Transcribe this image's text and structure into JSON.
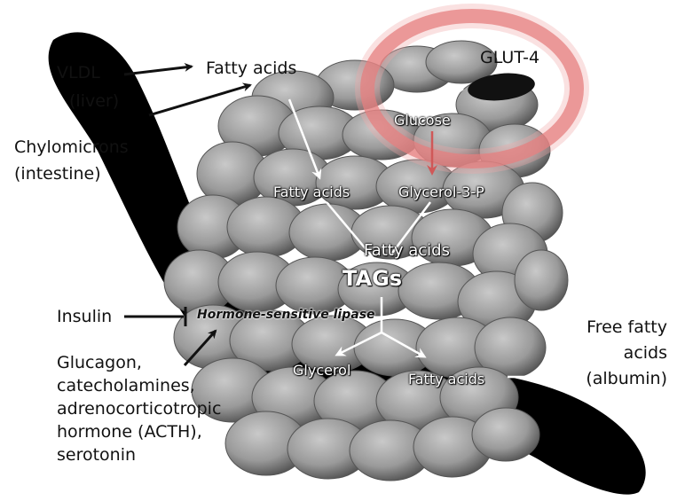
{
  "labels": {
    "vldl": "VLDL",
    "liver": "(liver)",
    "fatty_acids_top": "Fatty acids",
    "chylomicrons": "Chylomicrons",
    "intestine": "(intestine)",
    "glut4": "GLUT-4",
    "glucose": "Glucose",
    "fatty_acids_in": "Fatty acids",
    "glycerol_3p": "Glycerol-3-P",
    "fatty_acids_mid": "Fatty acids",
    "tags": "TAGs",
    "insulin": "Insulin",
    "hsl": "Hormone-sensitive lipase",
    "glucagon_lines": [
      "Glucagon,",
      "catecholamines,",
      "adrenocorticotropic",
      "hormone (ACTH),",
      "serotonin"
    ],
    "glycerol": "Glycerol",
    "fatty_acids_out": "Fatty acids",
    "free_fatty_lines": [
      "Free fatty",
      "acids",
      "(albumin)"
    ]
  },
  "colors": {
    "vessel": "#000000",
    "cell_light": "#bdbdbd",
    "cell_dark": "#5a5a5a",
    "highlight": "#e06a6a",
    "glucose_arrow": "#d05858"
  }
}
